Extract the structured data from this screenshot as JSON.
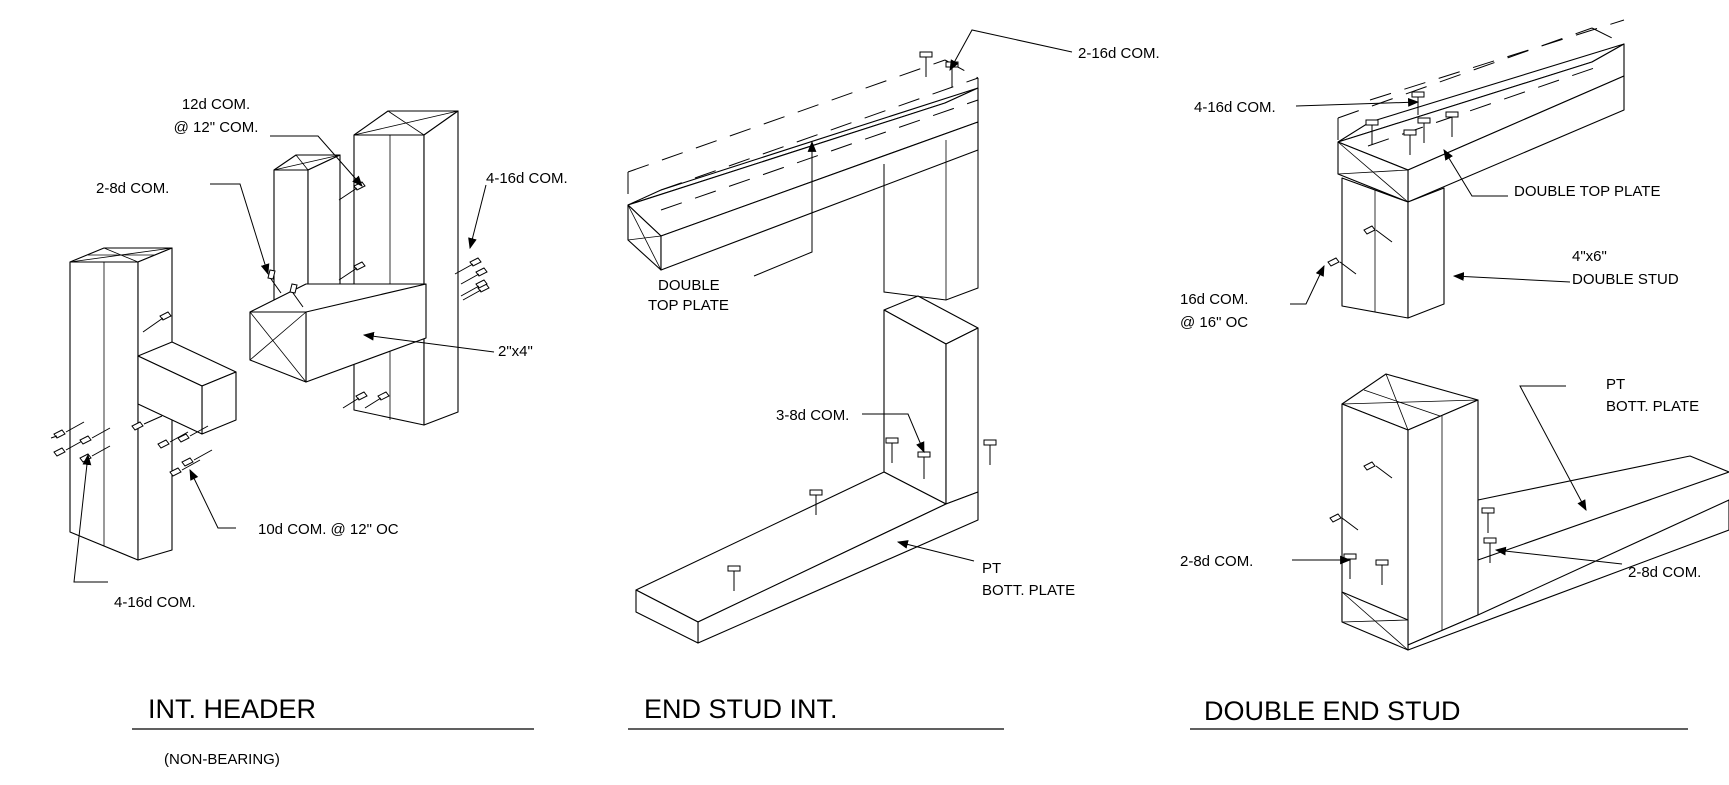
{
  "details": [
    {
      "title": "INT. HEADER",
      "subtitle": "(NON-BEARING)",
      "labels": {
        "nail_12d_line1": "12d COM.",
        "nail_12d_line2": "@ 12\" COM.",
        "nail_2_8d": "2-8d COM.",
        "nail_4_16d_top": "4-16d COM.",
        "header_size": "2\"x4\"",
        "nail_10d": "10d COM. @ 12\" OC",
        "nail_4_16d_bottom": "4-16d COM."
      }
    },
    {
      "title": "END STUD INT.",
      "labels": {
        "nail_2_16d": "2-16d COM.",
        "top_plate_line1": "DOUBLE",
        "top_plate_line2": "TOP PLATE",
        "nail_3_8d": "3-8d COM.",
        "bott_plate_line1": "PT",
        "bott_plate_line2": "BOTT. PLATE"
      }
    },
    {
      "title": "DOUBLE END STUD",
      "labels": {
        "nail_4_16d": "4-16d COM.",
        "top_plate": "DOUBLE TOP PLATE",
        "stud_size": "4\"x6\"",
        "stud_name": "DOUBLE STUD",
        "nail_16d_line1": "16d COM.",
        "nail_16d_line2": "@ 16\" OC",
        "bott_plate_line1": "PT",
        "bott_plate_line2": "BOTT. PLATE",
        "nail_2_8d_left": "2-8d COM.",
        "nail_2_8d_right": "2-8d COM."
      }
    }
  ]
}
